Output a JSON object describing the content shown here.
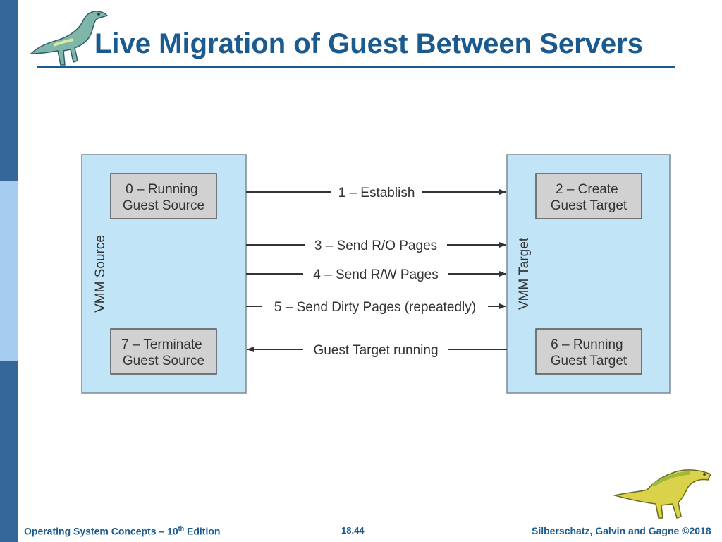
{
  "slide": {
    "title": "Live Migration of Guest Between Servers"
  },
  "diagram": {
    "source_label": "VMM Source",
    "target_label": "VMM Target",
    "boxes": {
      "running_source": [
        "0 – Running",
        "Guest Source"
      ],
      "terminate_source": [
        "7 – Terminate",
        "Guest Source"
      ],
      "create_target": [
        "2 – Create",
        "Guest Target"
      ],
      "running_target": [
        "6 – Running",
        "Guest Target"
      ]
    },
    "arrows": {
      "establish": "1 – Establish",
      "send_ro": "3 – Send R/O Pages",
      "send_rw": "4 – Send R/W Pages",
      "send_dirty": "5 – Send Dirty Pages (repeatedly)",
      "target_running": "Guest Target running"
    },
    "colors": {
      "panel": "#c2e4f7",
      "box": "#d1d1d1",
      "line": "#333333"
    }
  },
  "footer": {
    "book_prefix": "Operating System Concepts – 10",
    "book_sup": "th",
    "book_suffix": " Edition",
    "page": "18.44",
    "authors": "Silberschatz, Galvin and Gagne ©2018"
  }
}
